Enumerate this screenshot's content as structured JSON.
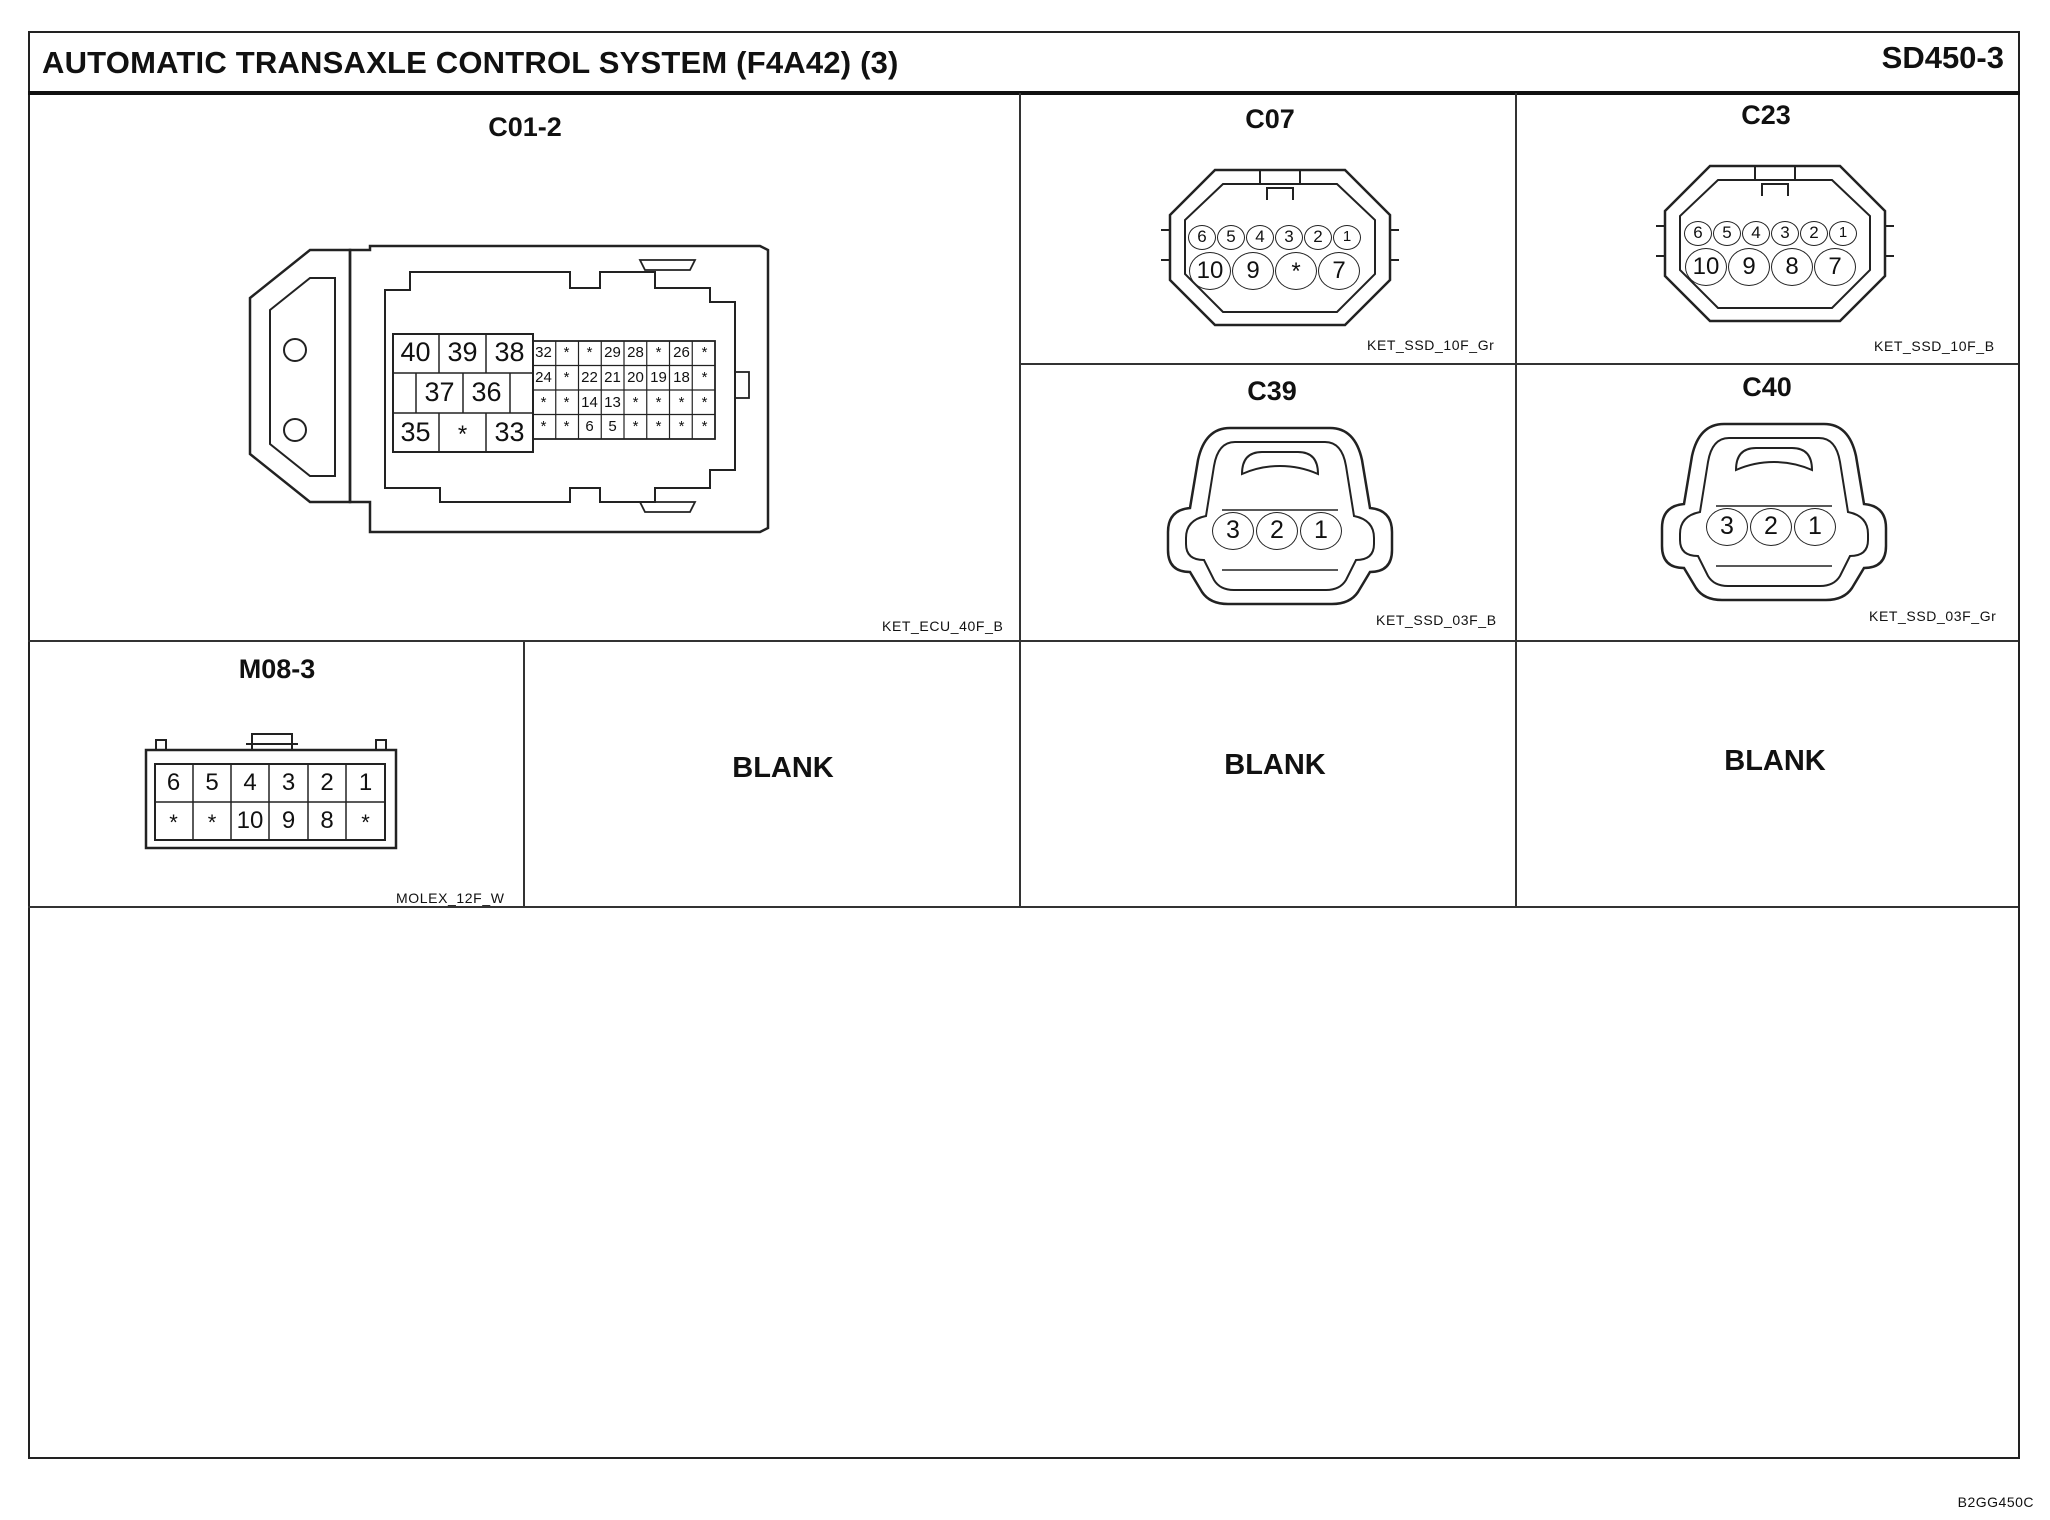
{
  "header": {
    "title": "AUTOMATIC TRANSAXLE CONTROL SYSTEM (F4A42) (3)",
    "code": "SD450-3"
  },
  "connectors": {
    "c01_2": {
      "id": "C01-2",
      "type": "KET_ECU_40F_B",
      "big_pins": [
        "40",
        "39",
        "38",
        "37",
        "36",
        "35",
        "*",
        "33"
      ],
      "small_pins": [
        [
          "32",
          "*",
          "*",
          "29",
          "28",
          "*",
          "26",
          "*"
        ],
        [
          "24",
          "*",
          "22",
          "21",
          "20",
          "19",
          "18",
          "*"
        ],
        [
          "*",
          "*",
          "14",
          "13",
          "*",
          "*",
          "*",
          "*"
        ],
        [
          "*",
          "*",
          "6",
          "5",
          "*",
          "*",
          "*",
          "*"
        ]
      ]
    },
    "c07": {
      "id": "C07",
      "type": "KET_SSD_10F_Gr",
      "top_row": [
        "6",
        "5",
        "4",
        "3",
        "2",
        "1"
      ],
      "bottom_row": [
        "10",
        "9",
        "*",
        "7"
      ]
    },
    "c23": {
      "id": "C23",
      "type": "KET_SSD_10F_B",
      "top_row": [
        "6",
        "5",
        "4",
        "3",
        "2",
        "1"
      ],
      "bottom_row": [
        "10",
        "9",
        "8",
        "7"
      ]
    },
    "c39": {
      "id": "C39",
      "type": "KET_SSD_03F_B",
      "pins": [
        "3",
        "2",
        "1"
      ]
    },
    "c40": {
      "id": "C40",
      "type": "KET_SSD_03F_Gr",
      "pins": [
        "3",
        "2",
        "1"
      ]
    },
    "m08_3": {
      "id": "M08-3",
      "type": "MOLEX_12F_W",
      "top_row": [
        "6",
        "5",
        "4",
        "3",
        "2",
        "1"
      ],
      "bottom_row": [
        "*",
        "*",
        "10",
        "9",
        "8",
        "*"
      ]
    }
  },
  "blanks": {
    "blank1": "BLANK",
    "blank2": "BLANK",
    "blank3": "BLANK"
  },
  "footer": {
    "figure_code": "B2GG450C"
  }
}
